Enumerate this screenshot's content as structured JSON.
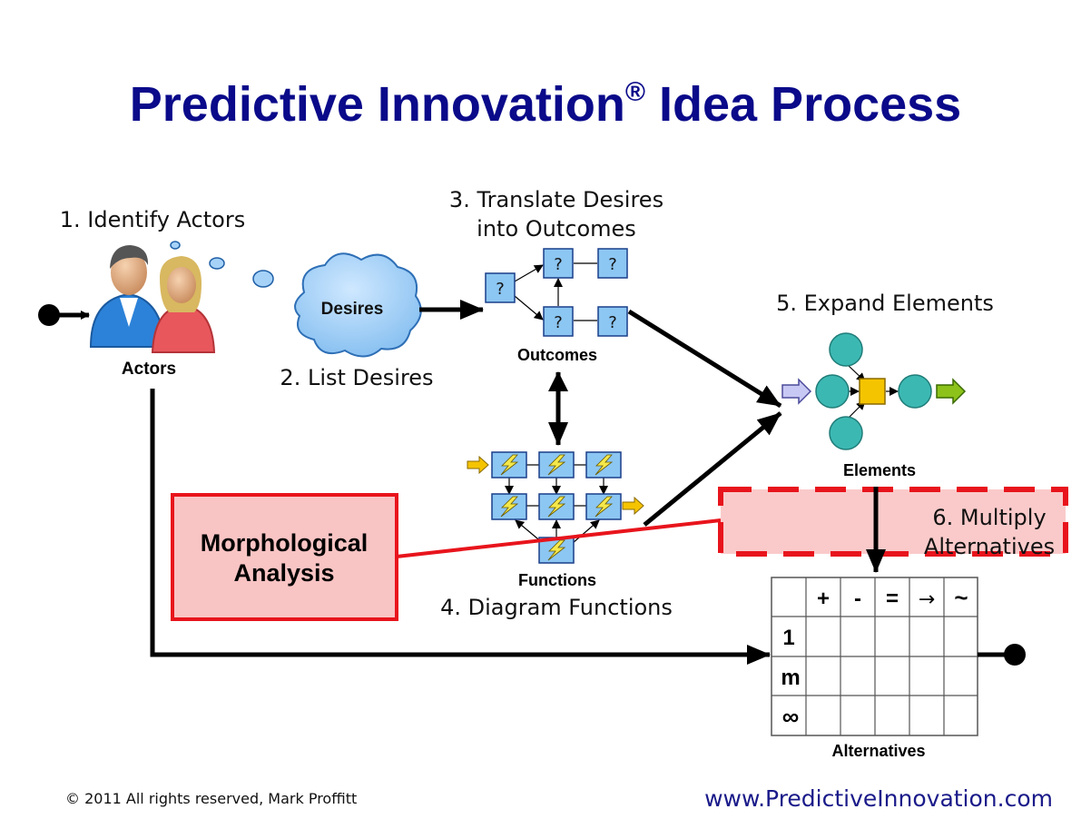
{
  "title": {
    "main": "Predictive Innovation",
    "registered_mark": "®",
    "suffix": " Idea Process"
  },
  "steps": {
    "identify_actors": "1. Identify Actors",
    "list_desires": "2. List Desires",
    "translate_line1": "3. Translate Desires",
    "translate_line2": "into Outcomes",
    "diagram_functions": "4. Diagram Functions",
    "expand_elements": "5. Expand Elements",
    "multiply_line1": "6. Multiply",
    "multiply_line2": "Alternatives"
  },
  "labels": {
    "actors": "Actors",
    "desires": "Desires",
    "outcomes": "Outcomes",
    "functions": "Functions",
    "elements": "Elements",
    "alternatives": "Alternatives",
    "morph_line1": "Morphological",
    "morph_line2": "Analysis",
    "outcome_node": "?"
  },
  "alternatives_table": {
    "column_headers": [
      "+",
      "-",
      "=",
      "→",
      "~"
    ],
    "row_headers": [
      "1",
      "m",
      "∞"
    ]
  },
  "footer": {
    "copyright": "© 2011 All rights reserved, Mark Proffitt",
    "website": "www.PredictiveInnovation.com"
  },
  "colors": {
    "title": "#0a0a8a",
    "node_blue": "#8cc6f2",
    "element_teal": "#3cb8b2",
    "element_gold": "#f5c400",
    "morph_fill": "#f9c4c4",
    "morph_border": "#e8141c",
    "website": "#1a1a8a"
  }
}
